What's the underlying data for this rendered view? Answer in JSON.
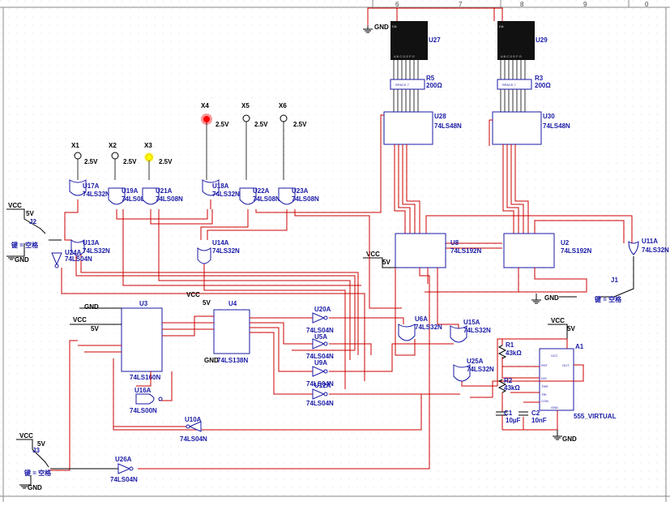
{
  "ruler": {
    "top": [
      "6",
      "7",
      "8",
      "9",
      "0"
    ]
  },
  "components": {
    "U27": "U27",
    "U29": "U29",
    "R5": "R5",
    "R5v": "200Ω",
    "R3": "R3",
    "R3v": "200Ω",
    "U28": "U28",
    "U28t": "74LS48N",
    "U30": "U30",
    "U30t": "74LS48N",
    "U8": "U8",
    "U8t": "74LS192N",
    "U2": "U2",
    "U2t": "74LS192N",
    "U11A": "U11A",
    "U11At": "74LS32N",
    "U17A": "U17A",
    "U17At": "74LS32N",
    "U19A": "U19A",
    "U19At": "74LS08N",
    "U21A": "U21A",
    "U21At": "74LS08N",
    "U18A": "U18A",
    "U18At": "74LS32N",
    "U22A": "U22A",
    "U22At": "74LS08N",
    "U23A": "U23A",
    "U23At": "74LS08N",
    "U13A": "U13A",
    "U13At": "74LS32N",
    "U24A": "U24A",
    "U24At": "74LS04N",
    "U14A": "U14A",
    "U14At": "74LS32N",
    "U3": "U3",
    "U3t": "74LS160N",
    "U4": "U4",
    "U4t": "74LS138N",
    "U20A": "U20A",
    "U20At": "74LS04N",
    "U5A": "U5A",
    "U5At": "74LS04N",
    "U9A": "U9A",
    "U9At": "74LS04N",
    "U12A": "U12A",
    "U12At": "74LS04N",
    "U6A": "U6A",
    "U6At": "74LS32N",
    "U15A": "U15A",
    "U15At": "74LS32N",
    "U25A": "U25A",
    "U25At": "74LS32N",
    "U16A": "U16A",
    "U16At": "74LS00N",
    "U10A": "U10A",
    "U10At": "74LS04N",
    "U26A": "U26A",
    "U26At": "74LS04N",
    "A1": "A1",
    "A1t": "555_VIRTUAL",
    "R1": "R1",
    "R1v": "43kΩ",
    "R2": "R2",
    "R2v": "43kΩ",
    "C1": "C1",
    "C1v": "10µF",
    "C2": "C2",
    "C2v": "10nF",
    "J1": "J1",
    "J1k": "键 = 空格",
    "J2": "J2",
    "J2k": "键 = 空格",
    "J3": "J3",
    "J3k": "键 = 空格"
  },
  "probes": {
    "X1": "X1",
    "X2": "X2",
    "X3": "X3",
    "X4": "X4",
    "X5": "X5",
    "X6": "X6",
    "volt": "2.5V"
  },
  "power": {
    "vcc": "VCC",
    "gnd": "GND",
    "v5": "5V"
  },
  "colors": {
    "wire": "#cc0000",
    "component": "#1a1aa6",
    "probe_x3": "#ffff00",
    "probe_x4": "#ff0000"
  }
}
